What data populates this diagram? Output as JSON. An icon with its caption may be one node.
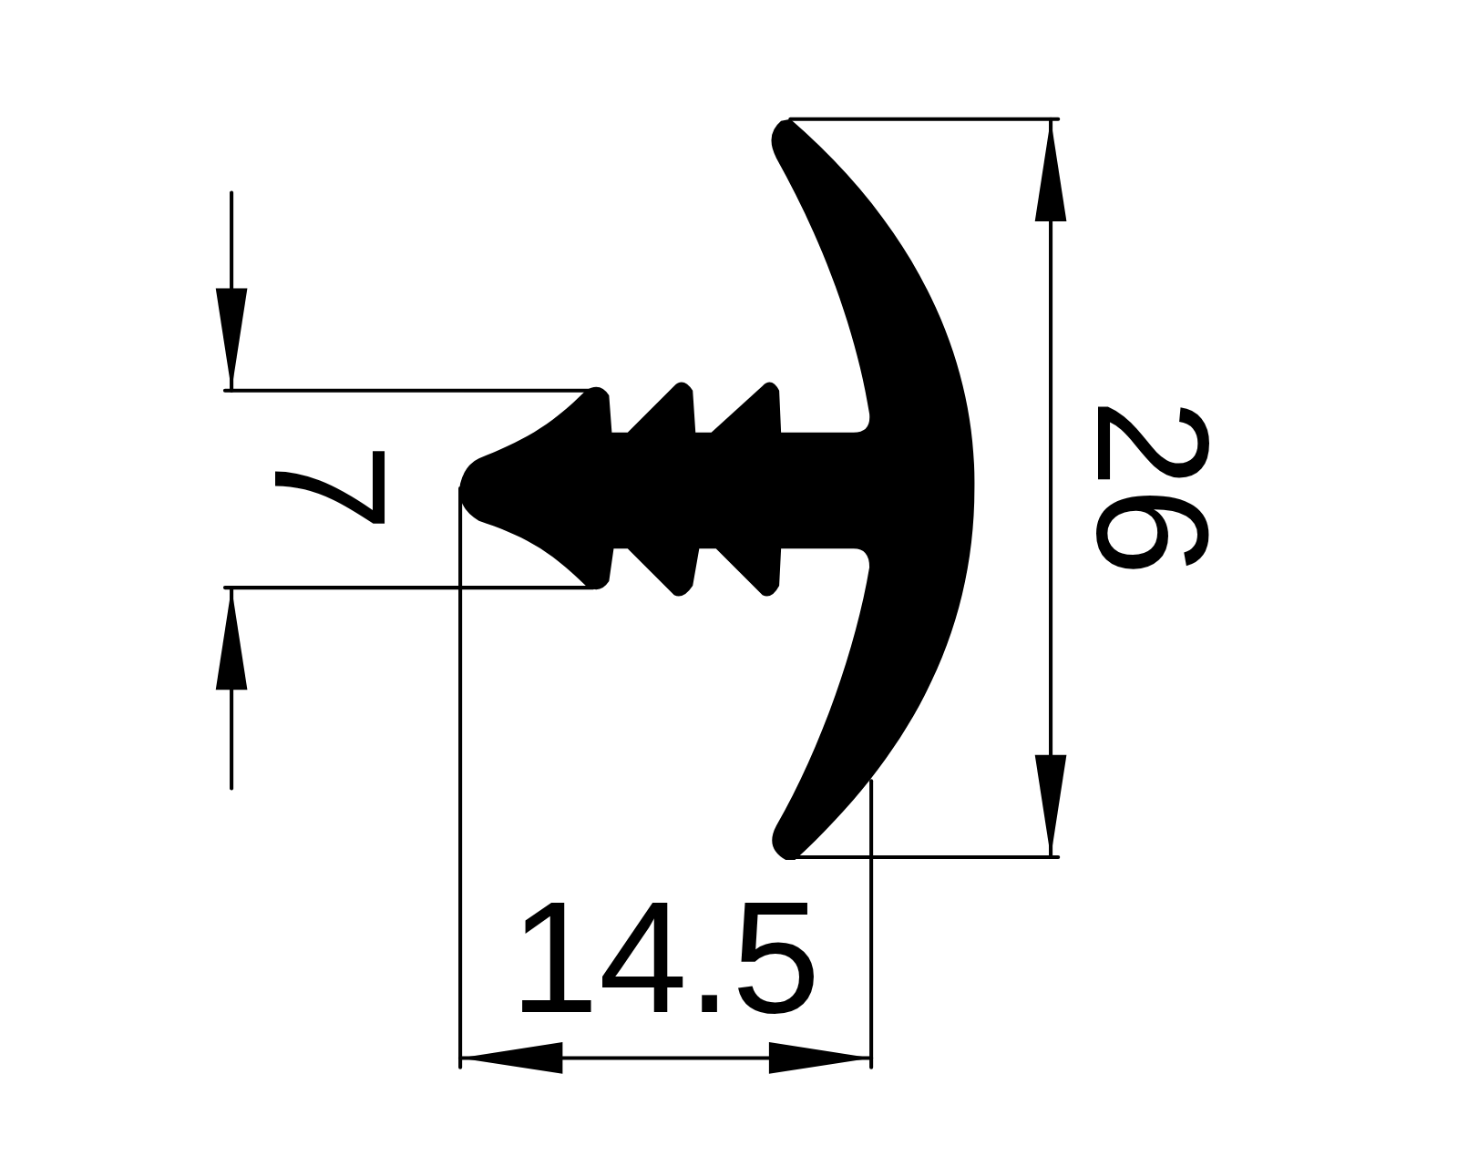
{
  "diagram": {
    "labels": [
      "7",
      "26",
      "14.5"
    ]
  }
}
